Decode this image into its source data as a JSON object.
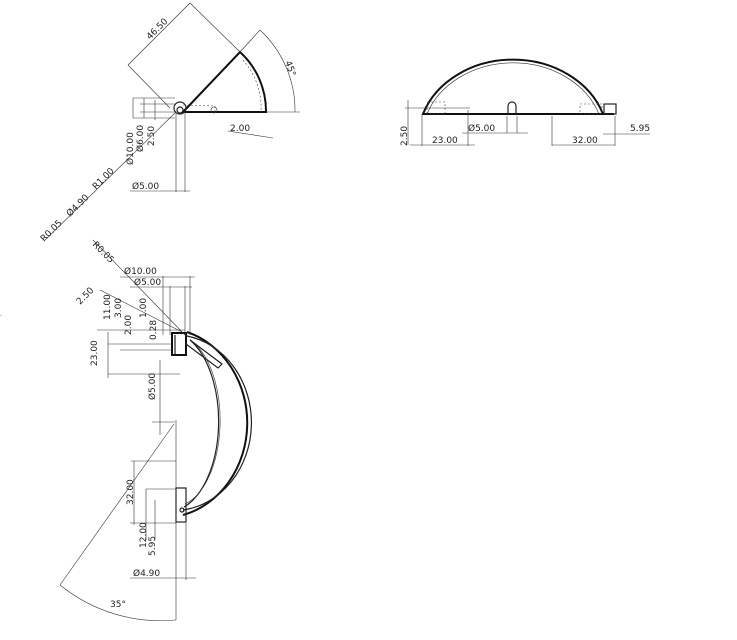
{
  "views": {
    "angled_view": {
      "dimensions": [
        "46.50",
        "45°",
        "2.00",
        "Ø10.00",
        "Ø6.00",
        "2.50",
        "Ø5.00",
        "R1.00",
        "Ø4.90",
        "R0.05"
      ]
    },
    "front_view": {
      "dimensions": [
        "2.50",
        "23.00",
        "Ø5.00",
        "32.00",
        "5.95"
      ]
    },
    "side_view": {
      "dimensions": [
        "R0.05",
        "Ø10.00",
        "Ø5.00",
        "2.50",
        "11.00",
        "3.00",
        "2.00",
        "1.00",
        "0.28",
        "23.00",
        "Ø5.00",
        "32.00",
        "12.00",
        "5.95",
        "Ø4.90",
        "35°"
      ]
    }
  }
}
